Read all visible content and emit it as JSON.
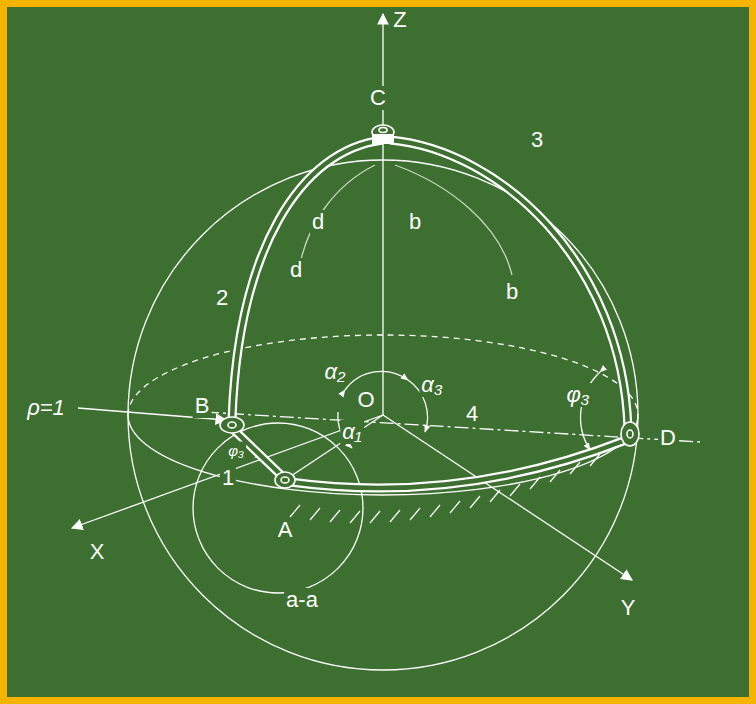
{
  "diagram": {
    "labels": [
      "Z",
      "C",
      "d",
      "b",
      "3",
      "2",
      "d",
      "b",
      "φ₃",
      "α₂",
      "α₃",
      "O",
      "4",
      "B",
      "D",
      "ρ=1",
      "α₁",
      "φ₃",
      "X",
      "1",
      "A",
      "a-a",
      "Y"
    ]
  }
}
